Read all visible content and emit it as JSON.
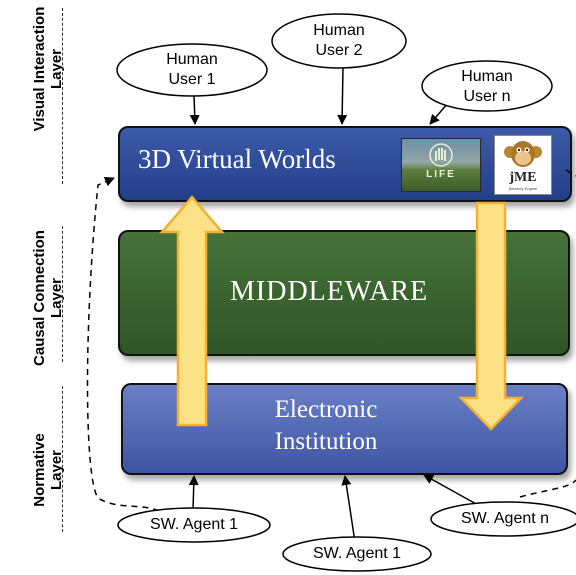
{
  "layers": {
    "visual": "Visual Interaction\nLayer",
    "causal": "Causal Connection\nLayer",
    "normative": "Normative\nLayer"
  },
  "boxes": {
    "virtual_worlds": "3D Virtual Worlds",
    "middleware": "MIDDLEWARE",
    "institution": "Electronic\nInstitution"
  },
  "humans": {
    "user1": "Human\nUser 1",
    "user2": "Human\nUser 2",
    "usern": "Human\nUser n"
  },
  "agents": {
    "agent1_left": "SW. Agent 1",
    "agent1_bottom": "SW. Agent 1",
    "agentn": "SW. Agent n"
  },
  "logos": {
    "second_life": "LIFE",
    "jme": "jME",
    "jme_sub": "jMonkey Engine"
  },
  "colors": {
    "virtual_worlds_box": "#2f4c99",
    "middleware_box": "#3a6330",
    "institution_box": "#5068b5",
    "arrow_fill": "#fce186",
    "arrow_border": "#f2b12f"
  }
}
